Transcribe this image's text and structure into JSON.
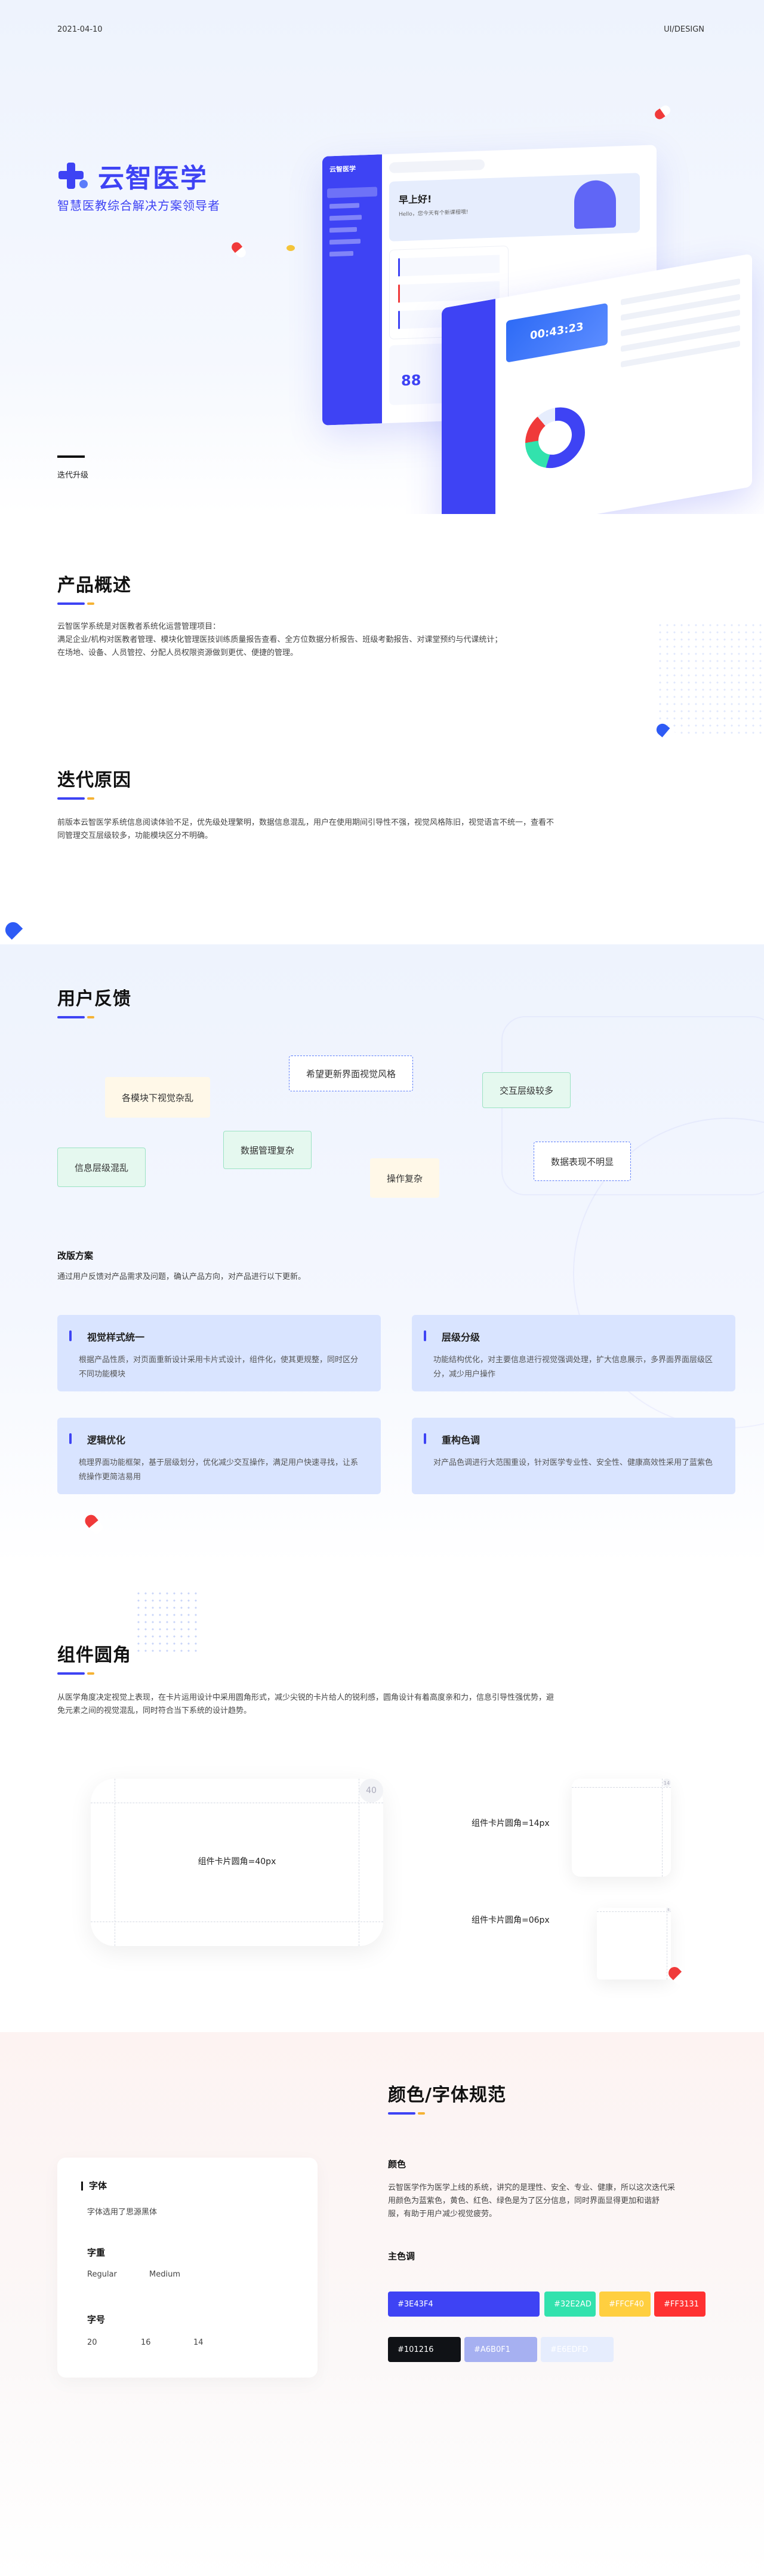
{
  "hero": {
    "date": "2021-04-10",
    "tag": "UI/DESIGN",
    "logo_text": "云智医学",
    "tagline": "智慧医教综合解决方案领导者",
    "version_label": "迭代升级",
    "app_brand": "云智医学",
    "greeting": "早上好!",
    "greeting_sub": "Hello，您今天有个新课程哦!",
    "time_display": "00:43:23",
    "stat_value": "88",
    "colors": {
      "primary": "#3E43F4",
      "bg": "#EEF3FD"
    }
  },
  "overview": {
    "title": "产品概述",
    "lines": [
      "云智医学系统是对医教者系统化运营管理项目：",
      "满足企业/机构对医教者管理、模块化管理医技训练质量报告查看、全方位数据分析报告、班级考勤报告、对课堂预约与代课统计；",
      "在场地、设备、人员管控、分配人员权限资源做到更优、便捷的管理。"
    ]
  },
  "reason": {
    "title": "迭代原因",
    "lines": [
      "前版本云智医学系统信息阅读体验不足，优先级处理繁明，数据信息混乱，用户在使用期间引导性不强，视觉风格陈旧，视觉语言不统一，查看不",
      "同管理交互层级较多，功能模块区分不明确。"
    ]
  },
  "feedback": {
    "title": "用户反馈",
    "tags": [
      "希望更新界面视觉风格",
      "各模块下视觉杂乱",
      "交互层级较多",
      "数据管理复杂",
      "数据表现不明显",
      "信息层级混乱",
      "操作复杂"
    ],
    "plan_title": "改版方案",
    "plan_desc": "通过用户反馈对产品需求及问题，确认产品方向，对产品进行以下更新。",
    "cards": [
      {
        "title": "视觉样式统一",
        "desc": "根据产品性质，对页面重新设计采用卡片式设计，组件化，使其更规整，同时区分不同功能模块"
      },
      {
        "title": "层级分级",
        "desc": "功能结构优化，对主要信息进行视觉强调处理，扩大信息展示，多界面界面层级区分，减少用户操作"
      },
      {
        "title": "逻辑优化",
        "desc": "梳理界面功能框架，基于层级划分，优化减少交互操作，满足用户快速寻找，让系统操作更简洁易用"
      },
      {
        "title": "重构色调",
        "desc": "对产品色调进行大范围重设，针对医学专业性、安全性、健康高效性采用了蓝紫色"
      }
    ]
  },
  "radius": {
    "title": "组件圆角",
    "lines": [
      "从医学角度决定视觉上表现，在卡片运用设计中采用圆角形式，减少尖锐的卡片给人的锐利感，圆角设计有着高度亲和力，信息引导性强优势，避",
      "免元素之间的视觉混乱，同时符合当下系统的设计趋势。"
    ],
    "big_badge": "40",
    "big_label": "组件卡片圆角=40px",
    "mid_badge": "14",
    "mid_label": "组件卡片圆角=14px",
    "small_badge": "6",
    "small_label": "组件卡片圆角=06px"
  },
  "color_font": {
    "title": "颜色/字体规范",
    "color_heading": "颜色",
    "color_desc": [
      "云智医学作为医学上线的系统，讲究的是理性、安全、专业、健康，所以这次迭代采",
      "用颜色为蓝紫色，黄色、红色、绿色是为了区分信息，同时界面显得更加和谐舒",
      "服，有助于用户减少视觉疲劳。"
    ],
    "main_color_title": "主色调",
    "swatches_row1": [
      {
        "label": "#3E43F4",
        "color": "#3E43F4"
      },
      {
        "label": "#32E2AD",
        "color": "#32E2AD"
      },
      {
        "label": "#FFCF40",
        "color": "#FFCF40"
      },
      {
        "label": "#FF3131",
        "color": "#FF3131"
      }
    ],
    "swatches_row2": [
      {
        "label": "#101216",
        "color": "#101216"
      },
      {
        "label": "#A6B0F1",
        "color": "#A6B0F1"
      },
      {
        "label": "#E6EDFD",
        "color": "#E6EDFD"
      }
    ],
    "font_title": "字体",
    "font_desc": "字体选用了思源黑体",
    "weight_title": "字重",
    "weights": [
      "Regular",
      "Medium"
    ],
    "size_title": "字号",
    "sizes": [
      "20",
      "16",
      "14"
    ]
  }
}
